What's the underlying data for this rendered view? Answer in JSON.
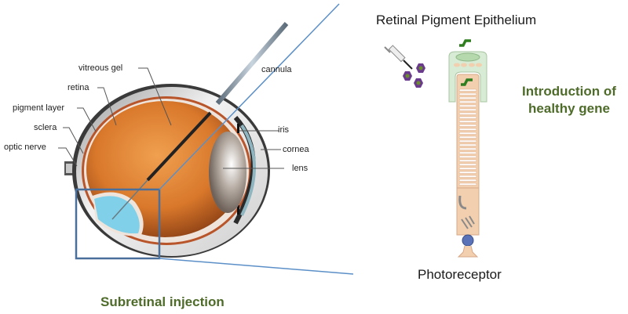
{
  "left_panel": {
    "labels": {
      "vitreous_gel": "vitreous gel",
      "retina": "retina",
      "pigment_layer": "pigment layer",
      "sclera": "sclera",
      "optic_nerve": "optic nerve",
      "cannula": "cannula",
      "iris": "iris",
      "cornea": "cornea",
      "lens": "lens"
    },
    "caption": "Subretinal injection"
  },
  "right_panel": {
    "top_label": "Retinal Pigment Epithelium",
    "side_label_line1": "Introduction of",
    "side_label_line2": "healthy gene",
    "bottom_label": "Photoreceptor"
  },
  "colors": {
    "caption_green": "#4e6b2a",
    "zoom_box_blue": "#4a6f9a",
    "pointer_line_blue": "#5b8fc7",
    "vitreous_orange": "#d9782b",
    "bleb_cyan": "#7fd0e8",
    "gene_green": "#2e7d1f",
    "vector_purple": "#6a3a8c",
    "rpe_green": "#d8ebd4",
    "photoreceptor_peach": "#f2cfae",
    "nucleus_blue": "#5a72b8"
  }
}
